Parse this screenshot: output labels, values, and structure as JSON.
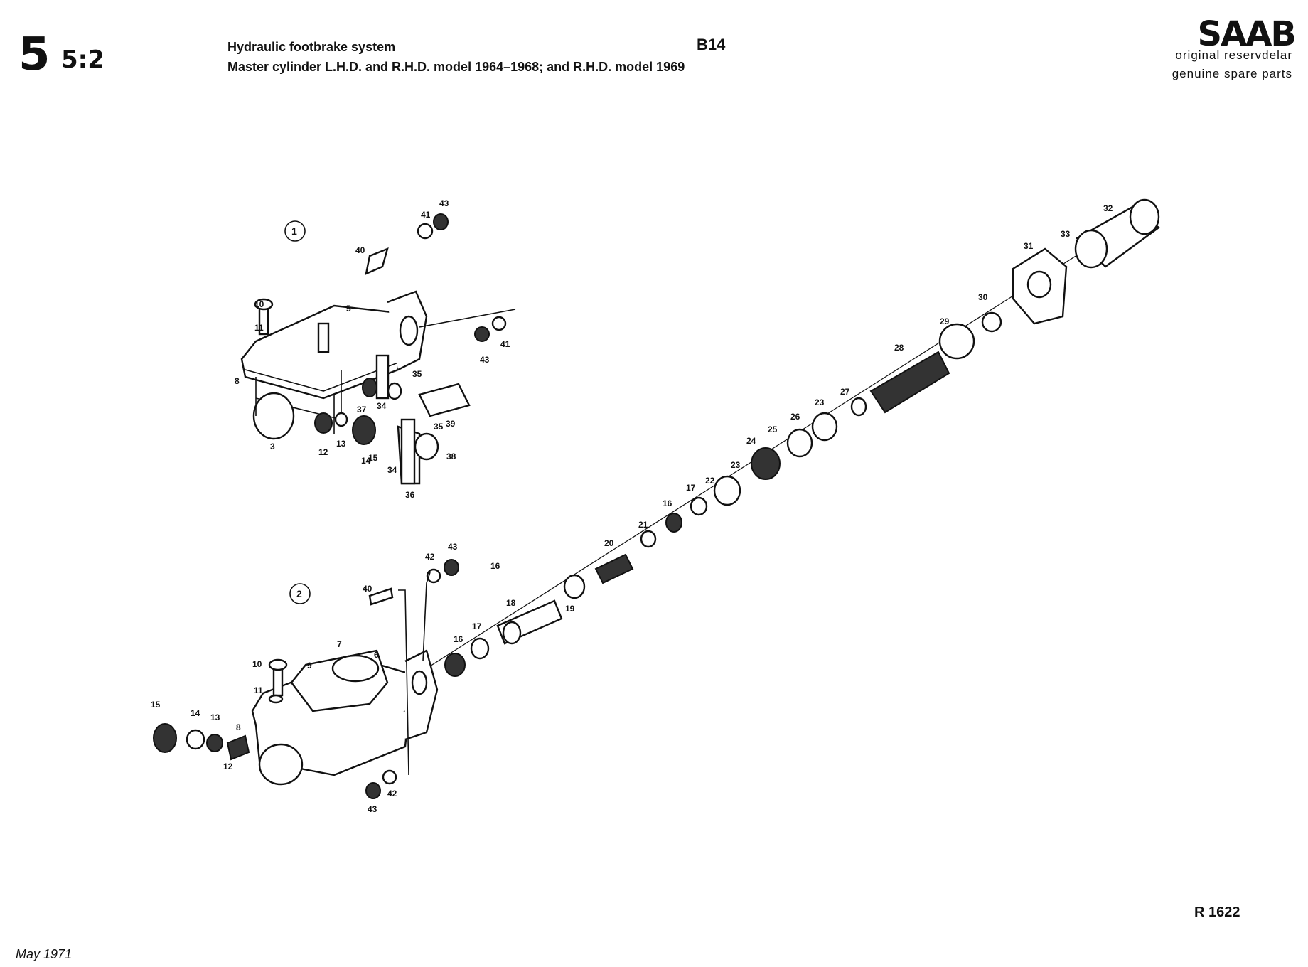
{
  "header": {
    "section": "5",
    "subsection": "5:2",
    "title_line1": "Hydraulic footbrake system",
    "title_line2": "Master cylinder L.H.D. and R.H.D. model 1964–1968; and R.H.D. model 1969",
    "model_code": "B14"
  },
  "brand": {
    "logo_text": "SAAB",
    "line1": "original reservdelar",
    "line2": "genuine spare parts"
  },
  "footer": {
    "reference": "R 1622",
    "date": "May 1971"
  },
  "insets": [
    {
      "label": "1"
    },
    {
      "label": "2"
    }
  ],
  "callouts_top": [
    "43",
    "41",
    "40",
    "10",
    "11",
    "5",
    "8",
    "35",
    "41",
    "43",
    "37",
    "34",
    "39",
    "35",
    "3",
    "12",
    "13",
    "14",
    "15",
    "34",
    "38",
    "36"
  ],
  "callouts_bottom": [
    "42",
    "43",
    "40",
    "10",
    "11",
    "7",
    "6",
    "9",
    "8",
    "15",
    "14",
    "13",
    "12",
    "42",
    "43",
    "16",
    "17",
    "18",
    "19",
    "16"
  ],
  "callouts_axis": [
    "32",
    "33",
    "31",
    "30",
    "29",
    "28",
    "27",
    "23",
    "26",
    "25",
    "24",
    "23",
    "22",
    "17",
    "16",
    "21",
    "20"
  ]
}
